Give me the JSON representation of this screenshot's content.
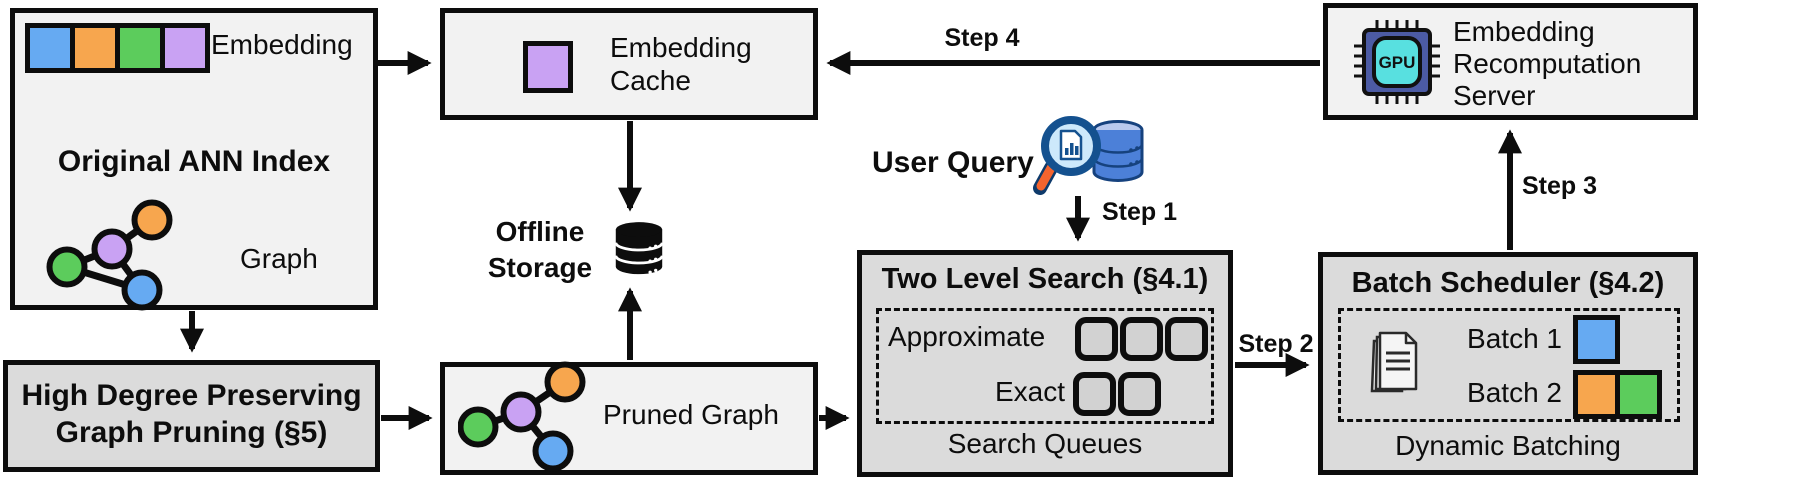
{
  "colors": {
    "box_light": "#f2f2f2",
    "box_gray": "#dbdbdb",
    "slot_fill": "#d2d2d2",
    "ink": "#0d0d0d",
    "blue": "#66aaf2",
    "orange": "#f7a64e",
    "green": "#5ccc5c",
    "purple": "#c9a2f3",
    "chip_body": "#4c5ba4",
    "chip_core": "#58e0e0",
    "db_blue": "#4c80d8",
    "db_blue_light": "#b9c9ee",
    "db_outline": "#16427e",
    "lens_fill": "#cde9fb",
    "lens_rim": "#14518f",
    "handle_orange": "#f4642e"
  },
  "ann": {
    "title": "Original ANN Index",
    "embedding_label": "Embedding",
    "graph_label": "Graph"
  },
  "pruning": {
    "line1": "High Degree Preserving",
    "line2": "Graph Pruning (§5)"
  },
  "cache": {
    "line1": "Embedding",
    "line2": "Cache"
  },
  "storage": {
    "line1": "Offline",
    "line2": "Storage"
  },
  "pruned": {
    "label": "Pruned Graph"
  },
  "query": {
    "label": "User Query"
  },
  "search": {
    "title": "Two Level Search (§4.1)",
    "approximate_label": "Approximate",
    "exact_label": "Exact",
    "caption": "Search Queues",
    "approximate_slots": 3,
    "exact_slots": 2
  },
  "scheduler": {
    "title": "Batch Scheduler (§4.2)",
    "batch1_label": "Batch 1",
    "batch2_label": "Batch 2",
    "caption": "Dynamic Batching",
    "batch1_colors": [
      "blue"
    ],
    "batch2_colors": [
      "orange",
      "green"
    ]
  },
  "server": {
    "line1": "Embedding",
    "line2": "Recomputation",
    "line3": "Server",
    "chip_label": "GPU"
  },
  "steps": {
    "s1": "Step 1",
    "s2": "Step 2",
    "s3": "Step 3",
    "s4": "Step 4"
  },
  "embedding_colors": [
    "#66aaf2",
    "#f7a64e",
    "#5ccc5c",
    "#c9a2f3"
  ]
}
